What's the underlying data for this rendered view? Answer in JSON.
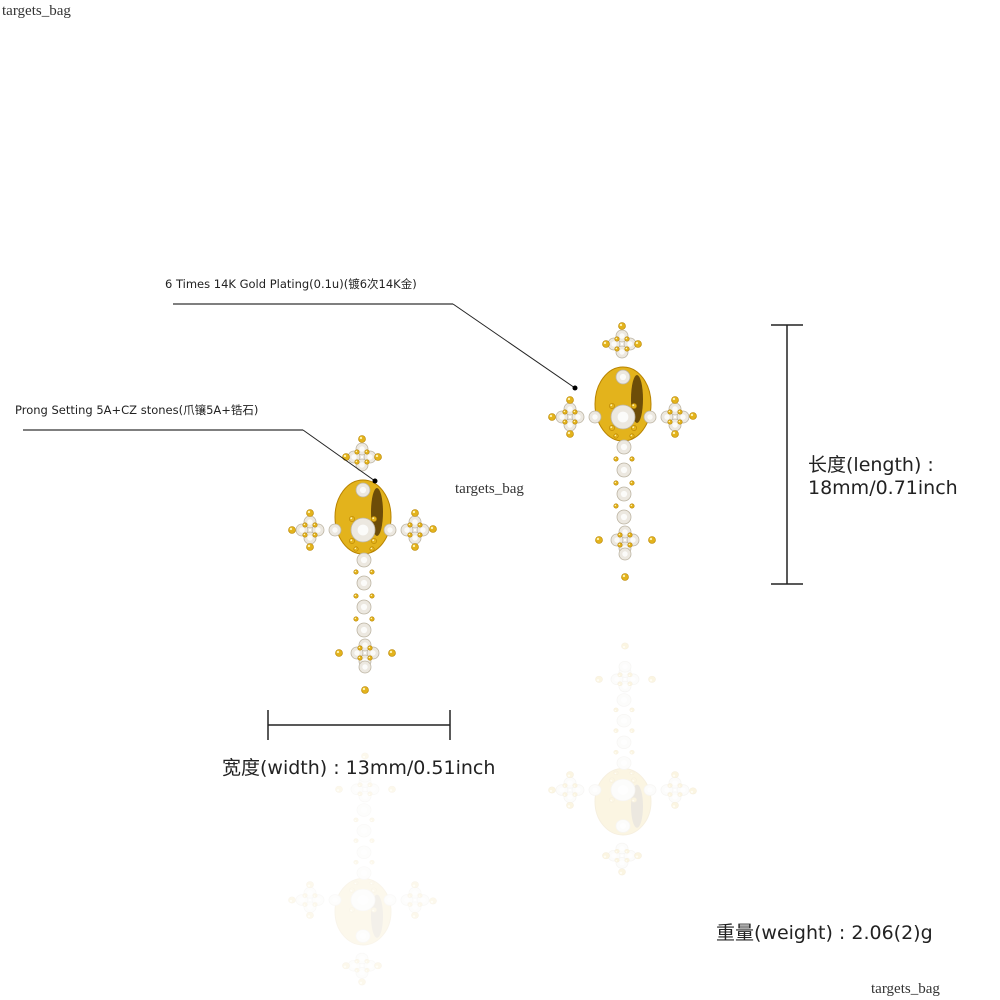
{
  "watermarks": [
    "targets_bag",
    "targets_bag",
    "targets_bag"
  ],
  "annotations": {
    "plating": "6 Times  14K  Gold  Plating(0.1u)(镀6次14K金)",
    "setting": "Prong Setting 5A+CZ stones(爪镶5A+锆石)"
  },
  "dimensions": {
    "length_label": "长度(length) :",
    "length_value": "18mm/0.71inch",
    "width_label": "宽度(width) : 13mm/0.51inch",
    "weight_label": "重量(weight) : 2.06(2)g"
  },
  "colors": {
    "gold": "#e3b31c",
    "gold_dark": "#b88300",
    "stone": "#ece8e0",
    "stone_edge": "#bdb5a3",
    "line": "#1a1a1a"
  }
}
